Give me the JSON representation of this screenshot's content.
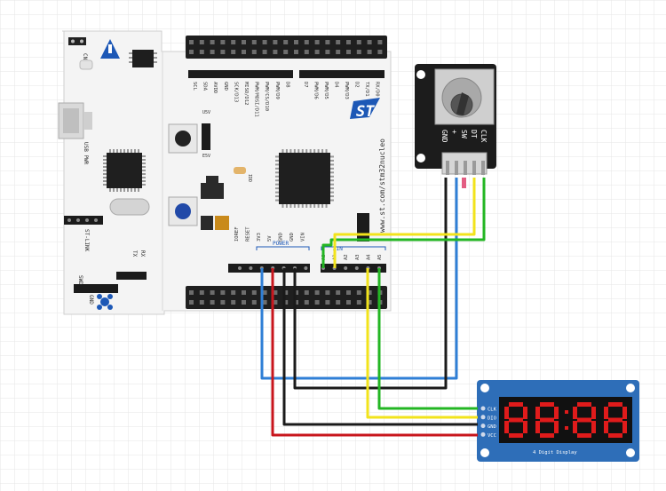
{
  "board": {
    "top_header_labels": [
      "SCL",
      "SDA",
      "AVDD",
      "GND",
      "SCK/D13",
      "MISO/D12",
      "PWM/MOSI/D11",
      "PWM/CS/D10",
      "PWM/D9",
      "D8",
      "D7",
      "PWM/D6",
      "PWM/D5",
      "D4",
      "PWM/D3",
      "D2",
      "TX/D1",
      "RX/D0"
    ],
    "power_header_labels": [
      "IOREF",
      "RESET",
      "3V3",
      "5V",
      "GND",
      "GND",
      "VIN"
    ],
    "analog_header_labels": [
      "A0",
      "A1",
      "A2",
      "A3",
      "A4",
      "A5"
    ],
    "power_group_label": "POWER",
    "ain_group_label": "AIN",
    "usb_label": "USB PWR",
    "stlink_label": "ST-LINK",
    "url_label": "www.st.com/stm32nucleo",
    "st_logo": "ST",
    "jumper_5v": "U5V",
    "jumper_e5v": "E5V",
    "cn_label": "CN3",
    "jp_label": "IDD",
    "gnd_label": "GND",
    "tx_label": "TX",
    "rx_label": "RX",
    "swd_label": "SWD"
  },
  "encoder": {
    "pin_labels": [
      "CLK",
      "DT",
      "SW",
      "+",
      "GND"
    ]
  },
  "display": {
    "pin_labels": [
      "CLK",
      "DIO",
      "GND",
      "VCC"
    ],
    "digits": [
      "8",
      "8",
      "8",
      "8"
    ],
    "caption": "4 Digit Display"
  },
  "colors": {
    "grid": "#e6e6e6",
    "board": "#f4f4f4",
    "header": "#222222",
    "display_pcb": "#2e6eb8",
    "segment": "#e01b1b",
    "wire_blue": "#2f7fd6",
    "wire_red": "#c8161d",
    "wire_black": "#1a1a1a",
    "wire_yellow": "#f2e31b",
    "wire_green": "#23b623"
  }
}
